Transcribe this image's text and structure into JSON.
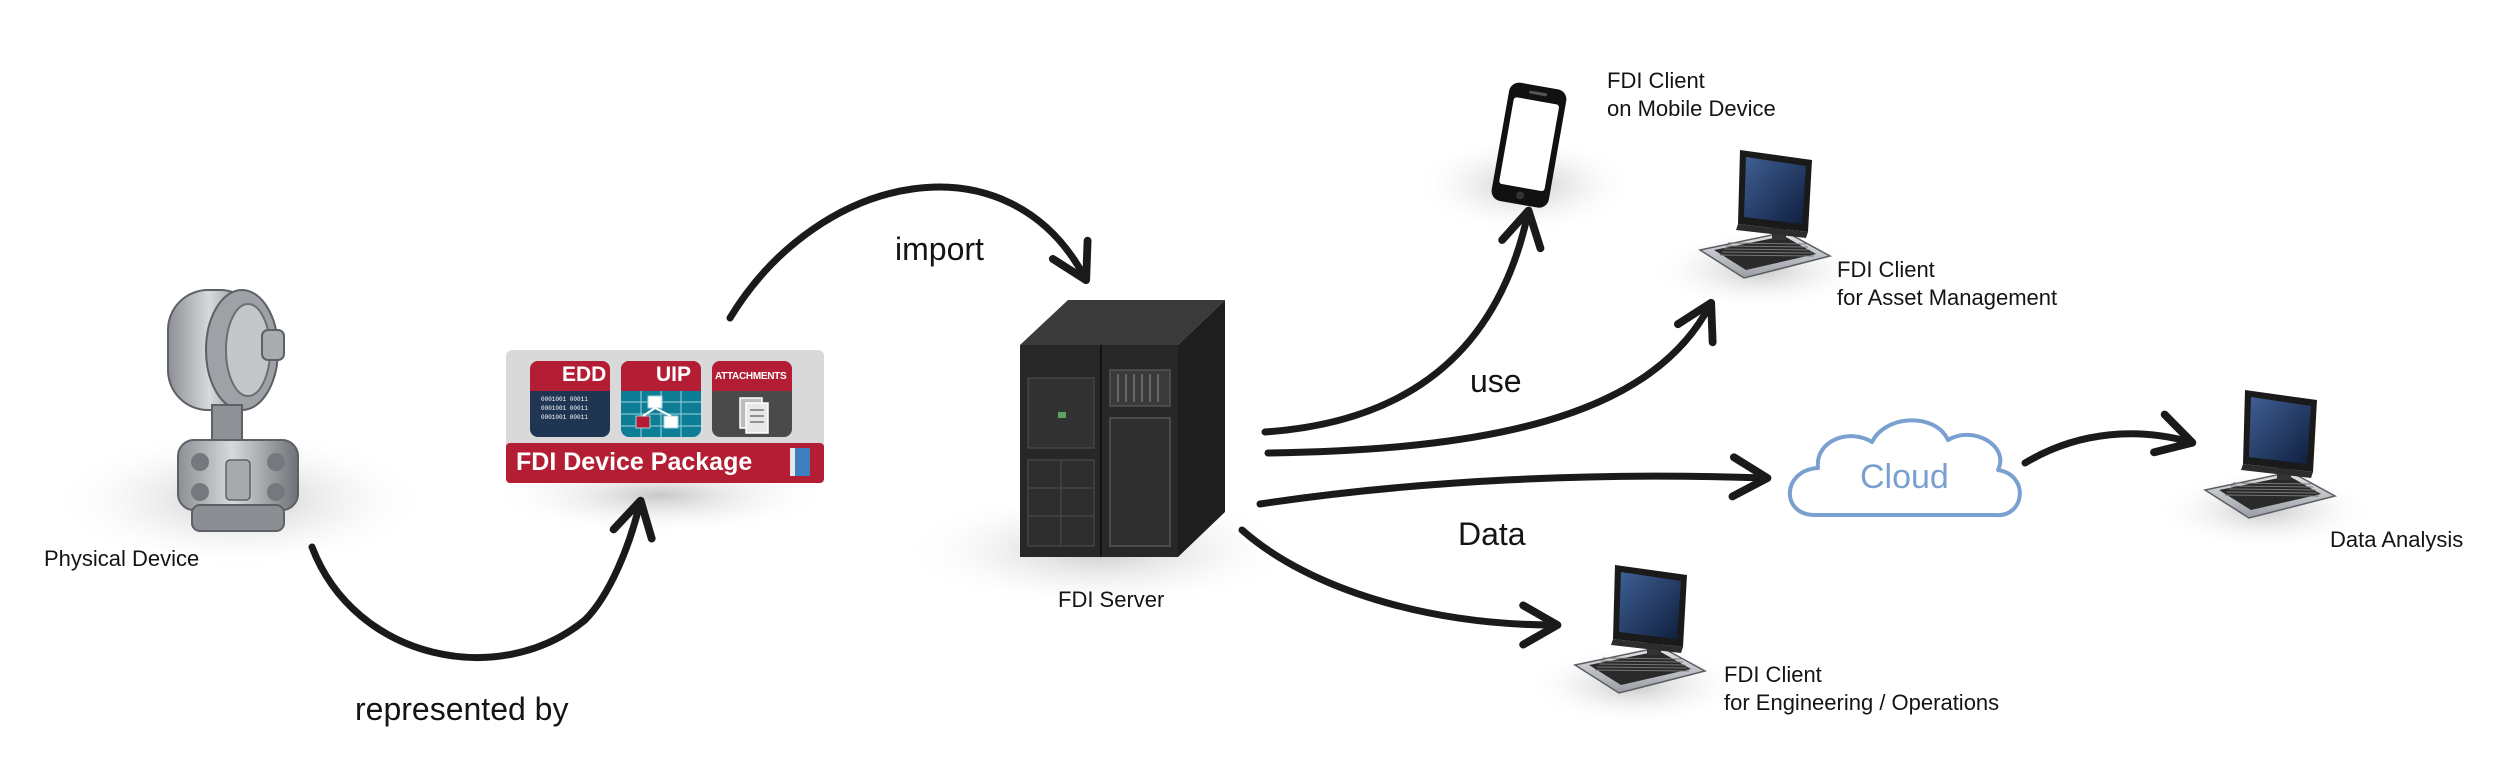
{
  "nodes": {
    "physical_device": "Physical Device",
    "fdi_server": "FDI Server",
    "client_mobile": [
      "FDI Client",
      "on Mobile Device"
    ],
    "client_asset": [
      "FDI Client",
      "for Asset Management"
    ],
    "client_engineering": [
      "FDI Client",
      "for Engineering / Operations"
    ],
    "cloud": "Cloud",
    "data_analysis": "Data Analysis"
  },
  "package": {
    "title": "FDI Device Package",
    "tiles": [
      "EDD",
      "UIP",
      "ATTACHMENTS"
    ],
    "edd_binary": [
      "0001001 00011",
      "0001001 00011",
      "0001001 00011"
    ]
  },
  "edges": {
    "represented_by": "represented by",
    "import": "import",
    "use": "use",
    "data": "Data"
  },
  "colors": {
    "arrow": "#1a1a1a",
    "package_red": "#b31e34",
    "package_gray": "#d9d9d9",
    "edd_navy": "#1f3552",
    "uip_teal": "#0d7e96",
    "attachments_gray": "#4a4a4a",
    "cloud_stroke": "#7aa0d0",
    "screen_blue": "#1e3a6e"
  },
  "icons": [
    "pressure-transmitter-icon",
    "server-rack-icon",
    "smartphone-icon",
    "laptop-icon",
    "cloud-icon",
    "document-icon",
    "network-icon"
  ]
}
